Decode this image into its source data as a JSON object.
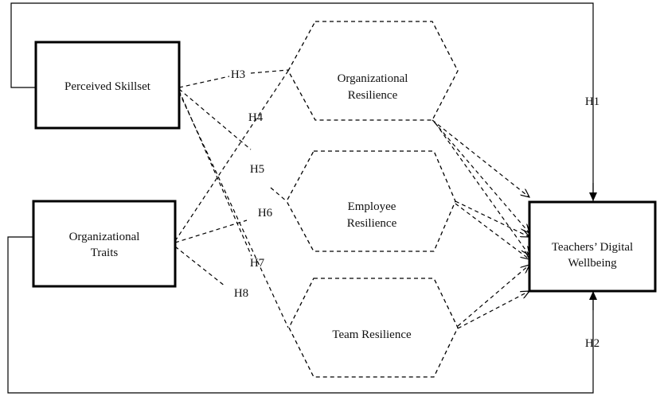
{
  "constructs": {
    "perceived_skillset": "Perceived Skillset",
    "organizational_traits": [
      "Organizational",
      "Traits"
    ],
    "organizational_resilience": [
      "Organizational",
      "Resilience"
    ],
    "employee_resilience": [
      "Employee",
      "Resilience"
    ],
    "team_resilience": "Team Resilience",
    "teachers_digital_wellbeing": [
      "Teachers’ Digital",
      "Wellbeing"
    ]
  },
  "hypotheses": {
    "h1": "H1",
    "h2": "H2",
    "h3": "H3",
    "h4": "H4",
    "h5": "H5",
    "h6": "H6",
    "h7": "H7",
    "h8": "H8"
  }
}
